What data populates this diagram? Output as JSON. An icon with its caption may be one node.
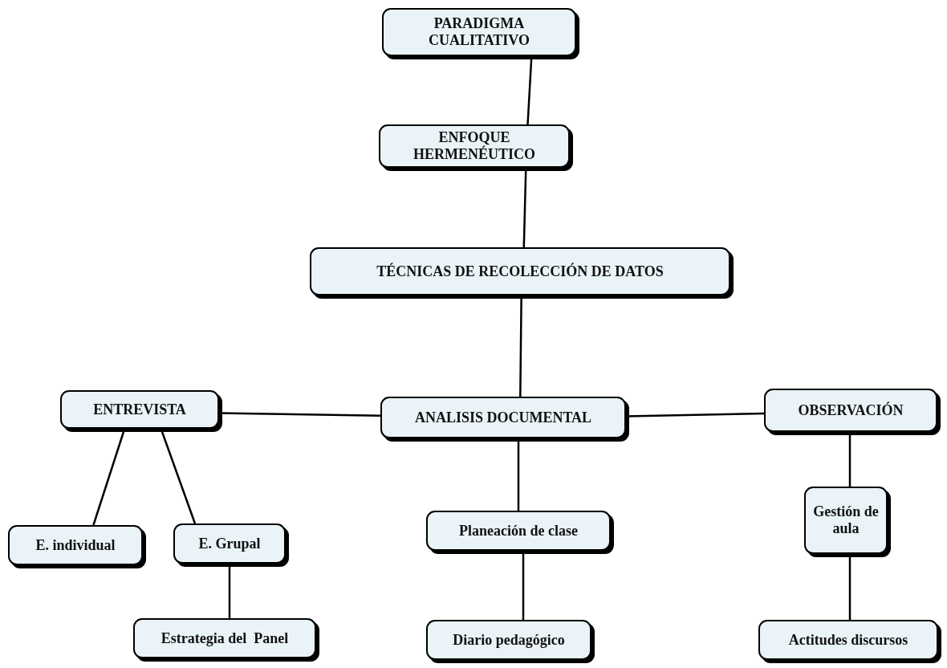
{
  "diagram": {
    "nodes": [
      {
        "text": [
          "PARADIGMA CUALITATIVO"
        ]
      },
      {
        "text": [
          "ENFOQUE HERMENÉUTICO"
        ]
      },
      {
        "text": [
          "TÉCNICAS DE RECOLECCIÓN DE DATOS"
        ]
      },
      {
        "text": [
          "ENTREVISTA"
        ]
      },
      {
        "text": [
          "ANALISIS DOCUMENTAL"
        ]
      },
      {
        "text": [
          "OBSERVACIÓN"
        ]
      },
      {
        "text": [
          "E. individual"
        ]
      },
      {
        "text": [
          "E. Grupal"
        ]
      },
      {
        "text": [
          "Estrategia del  Panel"
        ]
      },
      {
        "text": [
          "Planeación de clase"
        ]
      },
      {
        "text": [
          "Diario pedagógico"
        ]
      },
      {
        "text": [
          "Gestión de aula"
        ]
      },
      {
        "text": [
          "Actitudes discursos"
        ]
      }
    ],
    "edges": [
      {
        "from": 0,
        "to": 1,
        "arrow": "none"
      },
      {
        "from": 1,
        "to": 2,
        "arrow": "none"
      },
      {
        "from": 2,
        "to": 4,
        "arrow": "none"
      },
      {
        "from": 4,
        "to": 3,
        "arrow": "none"
      },
      {
        "from": 4,
        "to": 5,
        "arrow": "none"
      },
      {
        "from": 3,
        "to": 6,
        "arrow": "none"
      },
      {
        "from": 3,
        "to": 7,
        "arrow": "none"
      },
      {
        "from": 7,
        "to": 8,
        "arrow": "none"
      },
      {
        "from": 4,
        "to": 9,
        "arrow": "none"
      },
      {
        "from": 9,
        "to": 10,
        "arrow": "none"
      },
      {
        "from": 5,
        "to": 11,
        "arrow": "none"
      },
      {
        "from": 11,
        "to": 12,
        "arrow": "none"
      }
    ]
  }
}
